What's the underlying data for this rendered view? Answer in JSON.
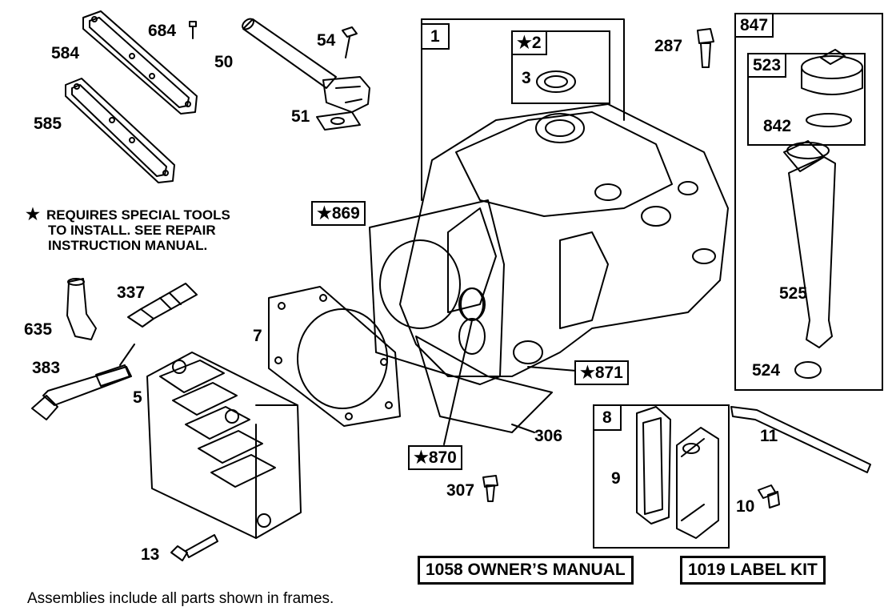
{
  "labels": {
    "p584": "584",
    "p684": "684",
    "p50": "50",
    "p54": "54",
    "p51": "51",
    "p585": "585",
    "p287": "287",
    "p1": "1",
    "p2": "★2",
    "p3": "3",
    "p847": "847",
    "p523": "523",
    "p842": "842",
    "p525": "525",
    "p524": "524",
    "p869": "★869",
    "p337": "337",
    "p635": "635",
    "p383": "383",
    "p5": "5",
    "p7": "7",
    "p871": "★871",
    "p306": "306",
    "p870": "★870",
    "p307": "307",
    "p8": "8",
    "p9": "9",
    "p10": "10",
    "p11": "11",
    "p13": "13"
  },
  "note": {
    "star": "★",
    "line1": "REQUIRES SPECIAL TOOLS",
    "line2": "TO INSTALL.  SEE REPAIR",
    "line3": "INSTRUCTION MANUAL."
  },
  "kits": {
    "manual": "1058 OWNER’S MANUAL",
    "label_kit": "1019 LABEL KIT"
  },
  "footer": "Assemblies include all parts shown in frames."
}
